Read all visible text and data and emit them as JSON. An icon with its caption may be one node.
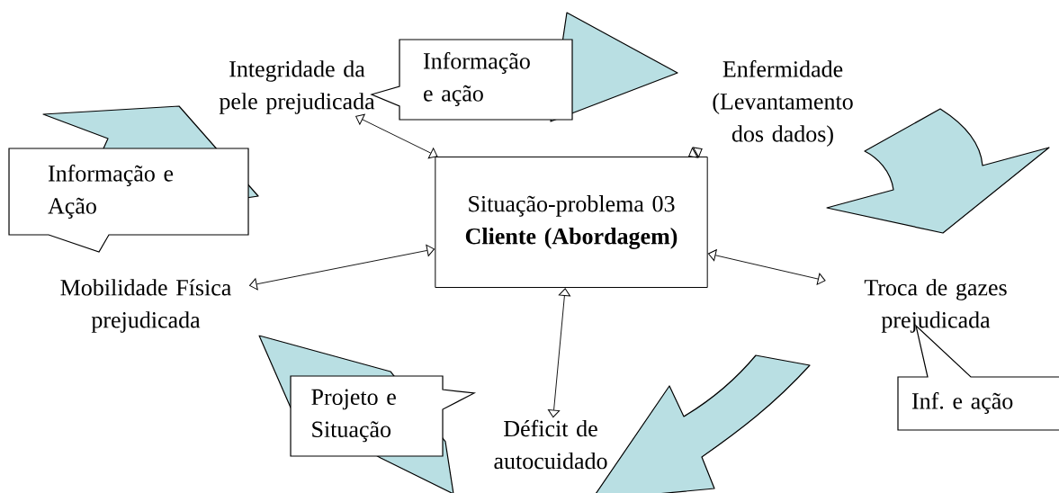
{
  "diagram": {
    "nodes": [
      {
        "text": [
          "Situação-problema 03",
          "Cliente (Abordagem)"
        ]
      },
      {
        "text": [
          "Enfermidade (Levantamento dos dados)"
        ]
      },
      {
        "text": [
          "Troca de gazes prejudicada"
        ]
      },
      {
        "text": [
          "Déficit de autocuidado"
        ]
      },
      {
        "text": [
          "Mobilidade Física prejudicada"
        ]
      },
      {
        "text": [
          "Integridade da pele prejudicada"
        ]
      },
      {
        "text": [
          "Informação e ação"
        ]
      },
      {
        "text": [
          "Informação e Ação"
        ]
      },
      {
        "text": [
          "Projeto e Situação"
        ]
      },
      {
        "text": [
          "Inf. e ação"
        ]
      }
    ],
    "edges": [
      {
        "from": 0,
        "to": 1,
        "arrow": "both"
      },
      {
        "from": 0,
        "to": 2,
        "arrow": "both"
      },
      {
        "from": 0,
        "to": 3,
        "arrow": "both"
      },
      {
        "from": 0,
        "to": 4,
        "arrow": "both"
      },
      {
        "from": 0,
        "to": 5,
        "arrow": "both"
      }
    ]
  }
}
